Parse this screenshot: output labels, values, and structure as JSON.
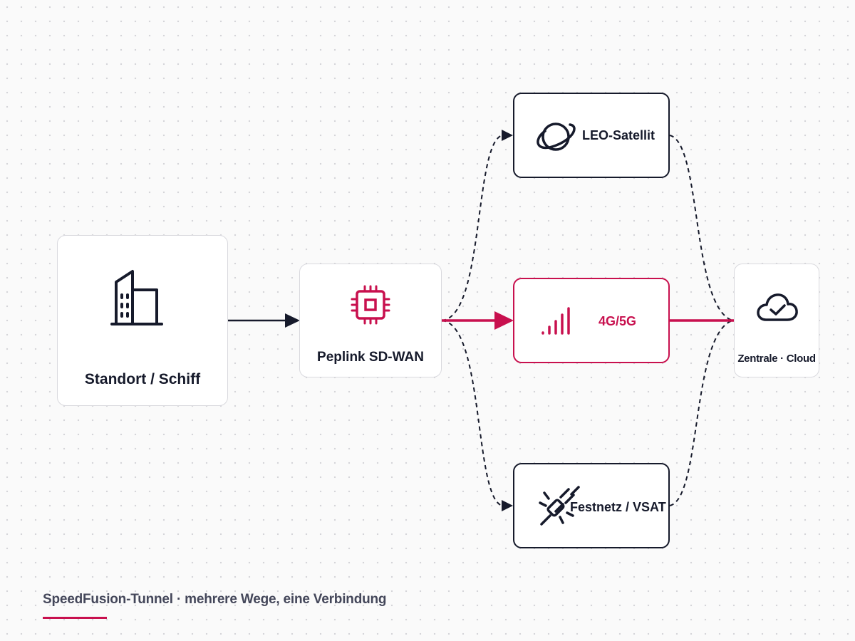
{
  "nodes": {
    "site": {
      "label": "Standort / Schiff",
      "icon": "buildings-icon"
    },
    "router": {
      "label": "Peplink SD-WAN",
      "icon": "chip-icon"
    },
    "leo": {
      "label": "LEO-Satellit",
      "icon": "planet-icon"
    },
    "cellular": {
      "label": "4G/5G",
      "icon": "signal-bars-icon"
    },
    "fixed": {
      "label": "Festnetz / VSAT",
      "icon": "unplugged-plug-icon"
    },
    "cloud": {
      "label": "Zentrale · Cloud",
      "icon": "cloud-check-icon"
    }
  },
  "caption": {
    "text": "SpeedFusion-Tunnel · mehrere Wege, eine Verbindung"
  },
  "colors": {
    "ink": "#161a2b",
    "accent": "#c8104e",
    "soft_border": "#d9d9de",
    "grid_dot": "#d5d5d9"
  }
}
